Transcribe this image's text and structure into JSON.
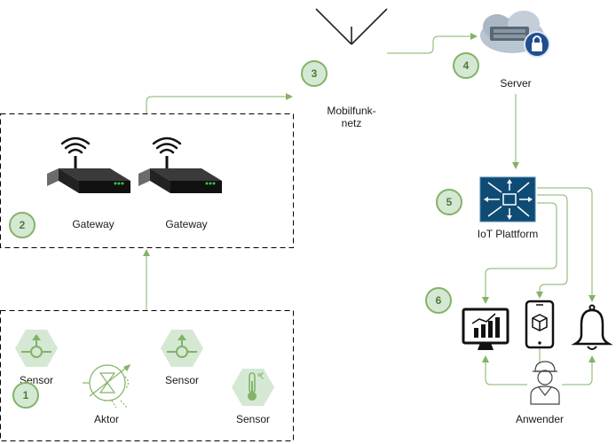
{
  "labels": {
    "mobilfunk": "Mobilfunk-\nnetz",
    "server": "Server",
    "gateway_1": "Gateway",
    "gateway_2": "Gateway",
    "iot": "IoT Plattform",
    "sensor_1": "Sensor",
    "sensor_2": "Sensor",
    "sensor_3": "Sensor",
    "aktor": "Aktor",
    "anwender": "Anwender"
  },
  "steps": [
    "1",
    "2",
    "3",
    "4",
    "5",
    "6"
  ],
  "colors": {
    "arrow": "#82b366",
    "badge_fill": "#d5e8d4",
    "badge_stroke": "#82b366",
    "iot_fill": "#0f4c75",
    "dashed_border": "#000000"
  },
  "icons": {
    "antenna": "antenna-icon",
    "server": "cloud-server-lock-icon",
    "router": "wifi-router-icon",
    "iot": "iot-platform-icon",
    "monitor": "monitor-chart-icon",
    "phone": "smartphone-icon",
    "bell": "bell-icon",
    "user": "user-icon",
    "sensor": "sensor-hexagon-icon",
    "thermometer": "thermometer-sensor-icon",
    "actuator": "valve-actuator-icon"
  }
}
